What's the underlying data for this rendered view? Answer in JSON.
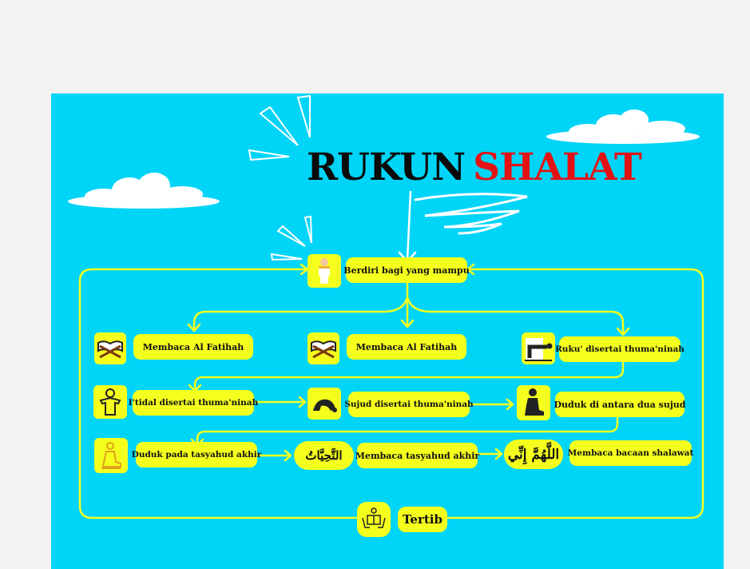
{
  "title": {
    "word1": "RUKUN",
    "word2": "SHALAT"
  },
  "nodes": {
    "berdiri": "Berdiri bagi yang mampu",
    "fatihah_left": "Membaca Al Fatihah",
    "fatihah_mid": "Membaca Al Fatihah",
    "ruku": "Ruku' disertai thuma'ninah",
    "itidal": "I'tidal disertai thuma'ninah",
    "sujud": "Sujud disertai thuma'ninah",
    "duduk_sujud": "Duduk di antara dua sujud",
    "duduk_tasyahud": "Duduk pada tasyahud akhir",
    "tahiyat_arabic": "التَّحِيَّاتُ",
    "tasyahud": "Membaca tasyahud akhir",
    "allahumma_arabic": "اللَّهُمَّ إِنِّي",
    "shalawat": "Membaca bacaan shalawat",
    "tertib": "Tertib"
  },
  "icons": [
    "standing-person-icon",
    "quran-stand-icon",
    "quran-stand-icon",
    "ruku-person-icon",
    "standing-man-icon",
    "sujud-person-icon",
    "sitting-person-icon",
    "tasyahud-person-icon",
    "people-reading-icon"
  ],
  "colors": {
    "background": "#00d4f7",
    "accent": "#f5ff1e",
    "title_dark": "#0a0a0a",
    "title_red": "#e31313",
    "page": "#f2f2f2"
  }
}
